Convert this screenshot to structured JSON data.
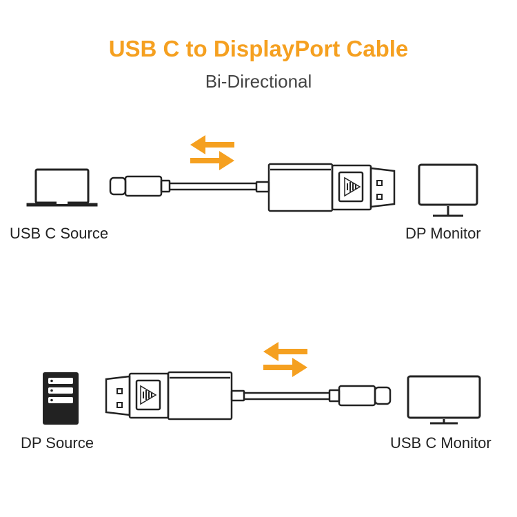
{
  "title": "USB C to DisplayPort Cable",
  "subtitle": "Bi-Directional",
  "colors": {
    "accent": "#f5a020",
    "ink": "#222222"
  },
  "top_row": {
    "source_label": "USB C Source",
    "target_label": "DP Monitor",
    "source_icon": "laptop-icon",
    "target_icon": "monitor-icon"
  },
  "bottom_row": {
    "source_label": "DP Source",
    "target_label": "USB C Monitor",
    "source_icon": "server-icon",
    "target_icon": "monitor-icon"
  }
}
